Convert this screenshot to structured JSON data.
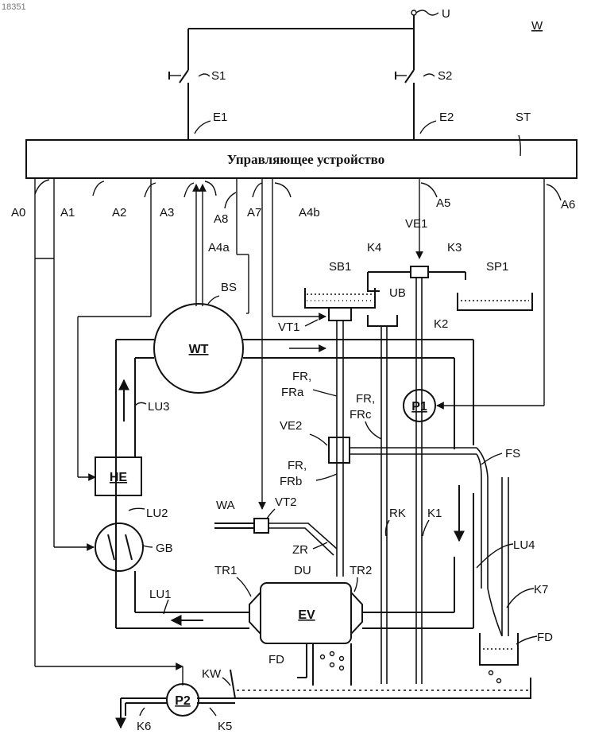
{
  "figure_number": "18351",
  "controller_label": "Управляющее устройство",
  "labels": {
    "U": "U",
    "W": "W",
    "S1": "S1",
    "S2": "S2",
    "E1": "E1",
    "E2": "E2",
    "ST": "ST",
    "A0": "A0",
    "A1": "A1",
    "A2": "A2",
    "A3": "A3",
    "A8": "A8",
    "A4a": "A4a",
    "A7": "A7",
    "A4b": "A4b",
    "A5": "A5",
    "A6": "A6",
    "K4": "K4",
    "VE1": "VE1",
    "K3": "K3",
    "SB1": "SB1",
    "SP1": "SP1",
    "UB": "UB",
    "K2": "K2",
    "BS": "BS",
    "VT1": "VT1",
    "WT": "WT",
    "FR_FRa_1": "FR,",
    "FR_FRa_2": "FRa",
    "FR_FRc_1": "FR,",
    "FR_FRc_2": "FRc",
    "P1": "P1",
    "LU3": "LU3",
    "VE2": "VE2",
    "FS": "FS",
    "HE": "HE",
    "FR_FRb_1": "FR,",
    "FR_FRb_2": "FRb",
    "LU2": "LU2",
    "WA": "WA",
    "VT2": "VT2",
    "RK": "RK",
    "K1": "K1",
    "GB": "GB",
    "ZR": "ZR",
    "LU4": "LU4",
    "DU": "DU",
    "TR1": "TR1",
    "TR2": "TR2",
    "K7": "K7",
    "LU1": "LU1",
    "EV": "EV",
    "FD_right": "FD",
    "FD_bottom": "FD",
    "KW": "KW",
    "P2": "P2",
    "K6": "K6",
    "K5": "K5"
  }
}
